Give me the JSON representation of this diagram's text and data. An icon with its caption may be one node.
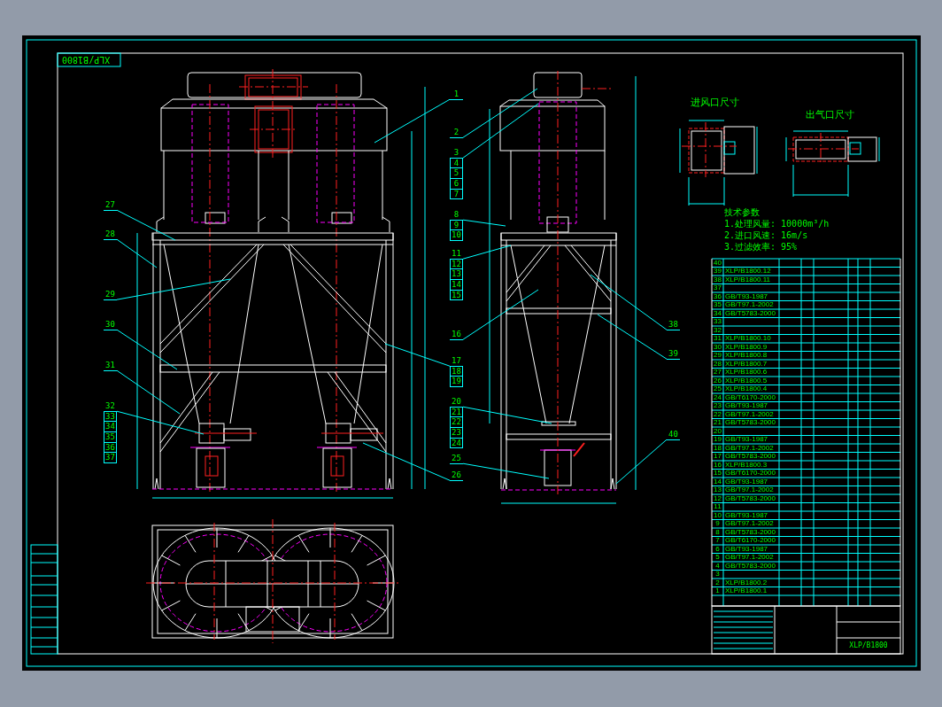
{
  "diagram": {
    "nodes": [
      {
        "text": [
          "1"
        ]
      },
      {
        "text": [
          "2"
        ]
      },
      {
        "text": [
          "3",
          "4",
          "5",
          "6",
          "7"
        ]
      },
      {
        "text": [
          "8",
          "9",
          "10"
        ]
      },
      {
        "text": [
          "11",
          "12",
          "13",
          "14",
          "15"
        ]
      },
      {
        "text": [
          "16"
        ]
      },
      {
        "text": [
          "17",
          "18",
          "19"
        ]
      },
      {
        "text": [
          "20",
          "21",
          "22",
          "23",
          "24"
        ]
      },
      {
        "text": [
          "25"
        ]
      },
      {
        "text": [
          "26"
        ]
      },
      {
        "text": [
          "27"
        ]
      },
      {
        "text": [
          "28"
        ]
      },
      {
        "text": [
          "29"
        ]
      },
      {
        "text": [
          "30"
        ]
      },
      {
        "text": [
          "31"
        ]
      },
      {
        "text": [
          "32",
          "33",
          "34",
          "35",
          "36",
          "37"
        ]
      },
      {
        "text": [
          "38"
        ]
      },
      {
        "text": [
          "39"
        ]
      },
      {
        "text": [
          "40"
        ]
      },
      {
        "text": [],
        "shape": "picture"
      },
      {
        "text": [],
        "shape": "picture"
      }
    ],
    "edges": [
      {
        "from": 0,
        "to": 19,
        "arrow": "none"
      },
      {
        "from": 1,
        "to": 20,
        "arrow": "none"
      },
      {
        "from": 2,
        "to": 20,
        "arrow": "none"
      },
      {
        "from": 3,
        "to": 20,
        "arrow": "none"
      },
      {
        "from": 4,
        "to": 20,
        "arrow": "none"
      },
      {
        "from": 5,
        "to": 20,
        "arrow": "none"
      },
      {
        "from": 6,
        "to": 19,
        "arrow": "none"
      },
      {
        "from": 7,
        "to": 20,
        "arrow": "none"
      },
      {
        "from": 8,
        "to": 20,
        "arrow": "none"
      },
      {
        "from": 9,
        "to": 19,
        "arrow": "none"
      },
      {
        "from": 10,
        "to": 19,
        "arrow": "none"
      },
      {
        "from": 11,
        "to": 19,
        "arrow": "none"
      },
      {
        "from": 12,
        "to": 19,
        "arrow": "none"
      },
      {
        "from": 13,
        "to": 19,
        "arrow": "none"
      },
      {
        "from": 14,
        "to": 19,
        "arrow": "none"
      },
      {
        "from": 15,
        "to": 19,
        "arrow": "none"
      },
      {
        "from": 16,
        "to": 20,
        "arrow": "none"
      },
      {
        "from": 17,
        "to": 20,
        "arrow": "none"
      },
      {
        "from": 18,
        "to": 20,
        "arrow": "none"
      }
    ],
    "labels": [
      "XLP/B1800",
      "进风口尺寸",
      "出气口尺寸",
      "技术参数",
      "1.处理风量: 10000m³/h",
      "2.进口风速: 16m/s",
      "3.过滤效率: 95%",
      "40",
      "39",
      "XLP/B1800.12",
      "38",
      "XLP/B1800.11",
      "37",
      "36",
      "GB/T93-1987",
      "35",
      "GB/T97.1-2002",
      "34",
      "GB/T5783-2000",
      "33",
      "32",
      "31",
      "XLP/B1800.10",
      "30",
      "XLP/B1800.9",
      "29",
      "XLP/B1800.8",
      "28",
      "XLP/B1800.7",
      "27",
      "XLP/B1800.6",
      "26",
      "XLP/B1800.5",
      "25",
      "XLP/B1800.4",
      "24",
      "GB/T6170-2000",
      "23",
      "GB/T93-1987",
      "22",
      "GB/T97.1-2002",
      "21",
      "GB/T5783-2000",
      "20",
      "19",
      "GB/T93-1987",
      "18",
      "GB/T97.1-2002",
      "17",
      "GB/T5783-2000",
      "16",
      "XLP/B1800.3",
      "15",
      "GB/T6170-2000",
      "14",
      "GB/T93-1987",
      "13",
      "GB/T97.1-2002",
      "12",
      "GB/T5783-2000",
      "11",
      "10",
      "GB/T93-1987",
      "9",
      "GB/T97.1-2002",
      "8",
      "GB/T5783-2000",
      "7",
      "GB/T6170-2000",
      "6",
      "GB/T93-1987",
      "5",
      "GB/T97.1-2002",
      "4",
      "GB/T5783-2000",
      "3",
      "2",
      "XLP/B1800.2",
      "1",
      "XLP/B1800.1",
      "XLP/B1800"
    ]
  }
}
